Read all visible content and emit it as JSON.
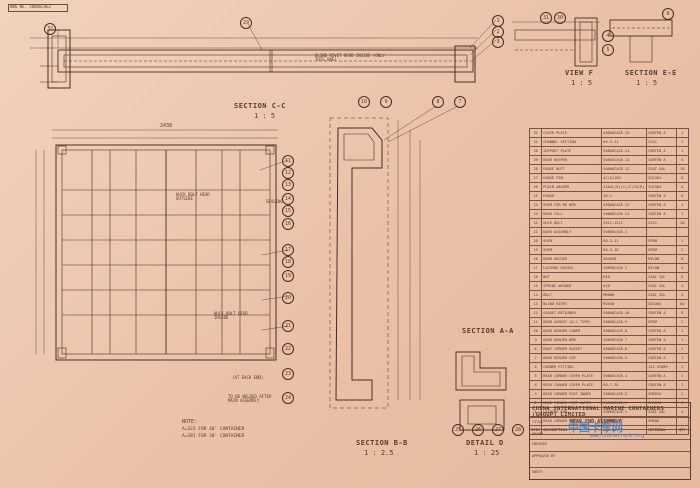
{
  "drawing_number": "DWG No. 5086GCAE2",
  "sections": {
    "section_cc": {
      "title": "SECTION C-C",
      "scale": "1 : 5"
    },
    "view_f": {
      "title": "VIEW F",
      "scale": "1 : 5"
    },
    "section_ee": {
      "title": "SECTION E-E",
      "scale": "1 : 5"
    },
    "section_bb": {
      "title": "SECTION B-B",
      "scale": "1 : 2.5"
    },
    "section_aa": {
      "title": "SECTION A-A"
    },
    "detail_d": {
      "title": "DETAIL D",
      "scale": "1 : 25"
    }
  },
  "callouts": [
    "1",
    "2",
    "3",
    "4",
    "5",
    "6",
    "7",
    "8",
    "9",
    "10",
    "11",
    "12",
    "13",
    "14",
    "15",
    "16",
    "17",
    "18",
    "19",
    "20",
    "21",
    "22",
    "23",
    "24",
    "25",
    "26",
    "27",
    "28",
    "29",
    "30",
    "31",
    "32"
  ],
  "annotations": {
    "blind_rivet": "BLIND RIVET HEAD INSIDE (ONLY THIS ONE)",
    "huck_bolt_outside": "HUCK BOLT HEAD OUTSIDE",
    "huck_bolt_inside": "HUCK BOLT HEAD INSIDE",
    "sealing": "SEALING",
    "weld_note": "TO BE WELDED AFTER MAIN ASSEMBLY",
    "each_end": "(AT EACH END)",
    "dim_top": "2438",
    "note_title": "NOTE:",
    "note_line1": "A=323 FOR 40' CONTAINER",
    "note_line2": "A=381 FOR 20' CONTAINER"
  },
  "bom": [
    [
      "32",
      "COVER PLATE",
      "50860C4GE-15",
      "CORTEN A",
      "1"
    ],
    [
      "31",
      "CHANNEL SECTION",
      "60-3-11",
      "SS41",
      "2"
    ],
    [
      "30",
      "SUPPORT PLATE",
      "50860C4GE-14",
      "CORTEN A",
      "1"
    ],
    [
      "29",
      "DOOR KEEPER",
      "50860C4GE-13",
      "CORTEN A",
      "4"
    ],
    [
      "28",
      "HINGE BUTT",
      "50860C4GE-12",
      "SSAI SAL",
      "16"
    ],
    [
      "27",
      "HINGE PIN",
      "4C(A)100",
      "SUS304",
      "8"
    ],
    [
      "26",
      "PLAIN WASHER",
      "12A4C(0)(C)(C)X3(R)",
      "SUS304",
      "8"
    ],
    [
      "25",
      "HINGE",
      "40-2",
      "CORTEN A",
      "8"
    ],
    [
      "24",
      "SHIM FOR MG WEB",
      "50860C4GE-12",
      "CORTEN A",
      "4"
    ],
    [
      "23",
      "DOOR SILL",
      "50860C4GE-11",
      "CORTEN A",
      "1"
    ],
    [
      "22",
      "HUCK BOLT",
      "2612-1212",
      "SS41",
      "30"
    ],
    [
      "21",
      "DOOR ASSEMBLY",
      "50860C4GE-1",
      "",
      ""
    ],
    [
      "20",
      "SHIM",
      "60-3-11",
      "EPDM",
      "2"
    ],
    [
      "19",
      "SHIM",
      "60-3-10",
      "EPDM",
      "2"
    ],
    [
      "18",
      "DOOR HOLDER",
      "AR4830",
      "NYLON",
      "8"
    ],
    [
      "17",
      "LOCKING DEVICE",
      "50860C4GE-1",
      "NYLON",
      "4"
    ],
    [
      "16",
      "NUT",
      "M10",
      "SSAI SAL",
      "6"
    ],
    [
      "15",
      "SPRING WASHER",
      "#10",
      "SSAI SAL",
      "4"
    ],
    [
      "14",
      "BOLT",
      "MR000",
      "SSAI SAL",
      "4"
    ],
    [
      "13",
      "BLIND RIVET",
      "M2048",
      "SUS304",
      "64"
    ],
    [
      "12",
      "GASKET RETAINER",
      "50860C4GE-10",
      "CORTEN A",
      "8"
    ],
    [
      "11",
      "DOOR GASKET (U-C TYPE)",
      "50860C4GE-9",
      "EPDM",
      "2"
    ],
    [
      "10",
      "DOOR HEADER LOWER",
      "50860C4GE-8",
      "CORTEN A",
      "1"
    ],
    [
      "9",
      "DOOR HEADER WEB",
      "50860C4GE-7",
      "CORTEN A",
      "1"
    ],
    [
      "8",
      "ROOF CORNER GUSSET",
      "50860C4GE-6",
      "CORTEN A",
      "2"
    ],
    [
      "7",
      "DOOR HEADER CAP",
      "50860C4GE-5",
      "CORTEN A",
      "1"
    ],
    [
      "6",
      "CORNER FITTING",
      "",
      "JIS SCW49",
      "2"
    ],
    [
      "5",
      "REAR CORNER COVER PLATE",
      "50860C4GE-4",
      "CORTEN A",
      "2"
    ],
    [
      "4",
      "REAR CORNER COVER PLATE",
      "60-7-3A",
      "CORTEN A",
      "2"
    ],
    [
      "3",
      "REAR CORNER POST INNER",
      "50860C4GE-3",
      "SM50YA",
      "2"
    ],
    [
      "2",
      "REAR CORNER POST OUTER",
      "50860C4GE-2",
      "SM50YA",
      "2"
    ],
    [
      "1",
      "LASHING ROD",
      "50860C4GE-1",
      "SSAI SAL",
      "4"
    ],
    [
      "",
      "REAR CORNER POST",
      "50860C4GE",
      "SM50A",
      ""
    ]
  ],
  "bom_header": {
    "item": "ITEM",
    "description": "DESCRIPTION",
    "dwg_no": "DWG No.",
    "material": "MATERIAL",
    "qty": "QTY"
  },
  "title_block": {
    "company": "CHINA INTERNATIONAL MARINE CONTAINERS (GROUP) LIMITED",
    "title_label": "TITLE",
    "title": "REAR END ASSEMBLY",
    "drawn": "DRAWN",
    "checked": "CHECKED",
    "approved": "APPROVED BY",
    "sheet": "SHEET"
  },
  "watermark": {
    "text": "中国卡车网",
    "url": "www.chinatruck.org"
  },
  "colors": {
    "paper": "#ecc7ae",
    "ink": "#4a2d22",
    "watermark": "#3c7fc8"
  }
}
